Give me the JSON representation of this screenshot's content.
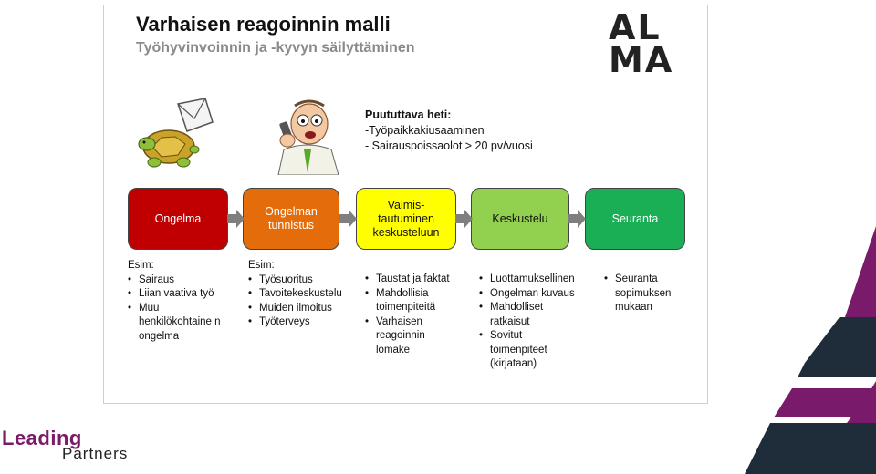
{
  "slide": {
    "title": "Varhaisen reagoinnin malli",
    "subtitle": "Työhyvinvoinnin ja -kyvyn säilyttäminen",
    "logo_lines": [
      "AL",
      "MA"
    ]
  },
  "immediate": {
    "heading": "Puututtava heti:",
    "items": [
      "-Työpaikkakiusaaminen",
      "- Sairauspoissaolot > 20 pv/vuosi"
    ]
  },
  "stages": [
    {
      "label_lines": [
        "Ongelma"
      ],
      "color": "#c00000",
      "text_color": "#ffffff"
    },
    {
      "label_lines": [
        "Ongelman",
        "tunnistus"
      ],
      "color": "#e46c0a",
      "text_color": "#ffffff"
    },
    {
      "label_lines": [
        "Valmis-",
        "tautuminen",
        "keskusteluun"
      ],
      "color": "#ffff00",
      "text_color": "#111111"
    },
    {
      "label_lines": [
        "Keskustelu"
      ],
      "color": "#92d050",
      "text_color": "#111111"
    },
    {
      "label_lines": [
        "Seuranta"
      ],
      "color": "#1aaf54",
      "text_color": "#ffffff"
    }
  ],
  "columns": [
    {
      "heading": "Esim:",
      "items": [
        "Sairaus",
        "Liian vaativa työ",
        "Muu henkilökohtaine n ongelma"
      ]
    },
    {
      "heading": "Esim:",
      "items": [
        "Työsuoritus",
        "Tavoitekeskustelu",
        "Muiden ilmoitus",
        "Työterveys"
      ]
    },
    {
      "heading": "",
      "items": [
        "Taustat ja faktat",
        "Mahdollisia toimenpiteitä",
        "Varhaisen reagoinnin lomake"
      ]
    },
    {
      "heading": "",
      "items": [
        "Luottamuksellinen",
        "Ongelman kuvaus",
        "Mahdolliset ratkaisut",
        "Sovitut toimenpiteet (kirjataan)"
      ]
    },
    {
      "heading": "",
      "items": [
        "Seuranta sopimuksen mukaan"
      ]
    }
  ],
  "brand": {
    "line1": "Leading",
    "line2": "Partners"
  },
  "colors": {
    "purple": "#7a1a6a",
    "navy": "#1f2d3a"
  }
}
